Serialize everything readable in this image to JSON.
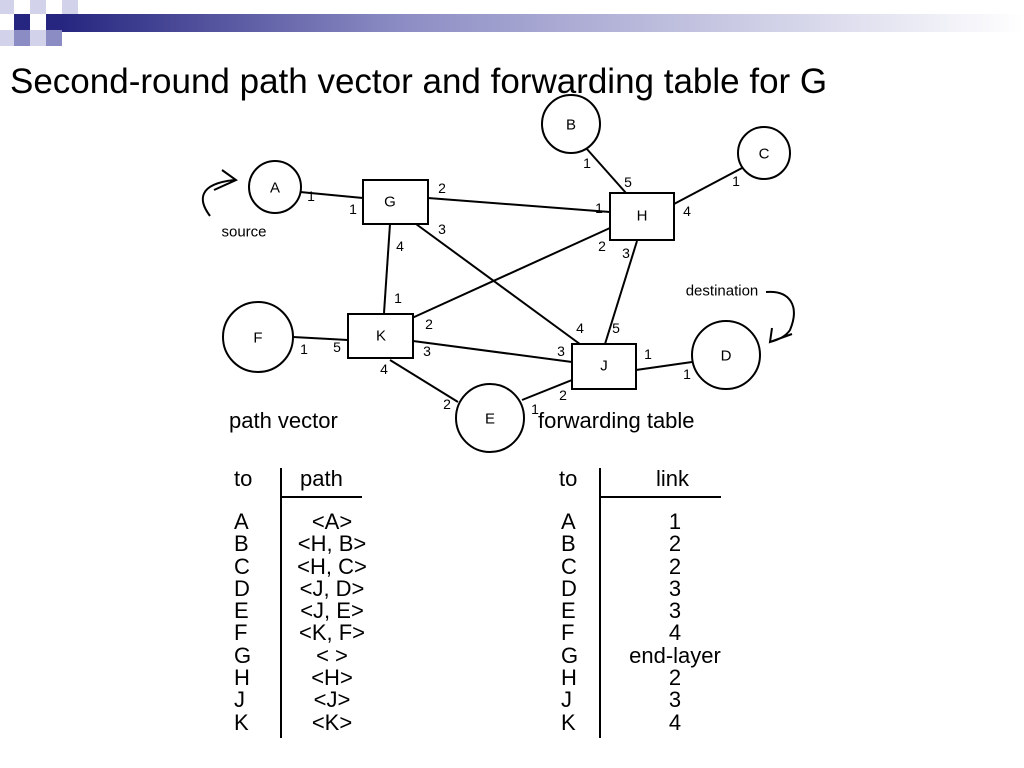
{
  "slide": {
    "title": "Second-round path vector and forwarding table for G"
  },
  "diagram": {
    "nodes": {
      "A": "A",
      "B": "B",
      "C": "C",
      "D": "D",
      "E": "E",
      "F": "F",
      "G": "G",
      "H": "H",
      "J": "J",
      "K": "K"
    },
    "annotations": {
      "source": "source",
      "destination": "destination"
    },
    "ports": {
      "A_G_a": "1",
      "A_G_g": "1",
      "G_H_g": "2",
      "G_H_h": "1",
      "G_J_g": "3",
      "G_J_j": "4",
      "G_K_g": "4",
      "G_K_k": "1",
      "B_H_b": "1",
      "B_H_h": "5",
      "C_H_c": "1",
      "C_H_h": "4",
      "H_K_h": "2",
      "H_K_k": "2",
      "H_J_h": "3",
      "H_J_j": "5",
      "F_K_f": "1",
      "F_K_k": "5",
      "K_J_k": "3",
      "K_J_j": "3",
      "K_E_k": "4",
      "K_E_e": "2",
      "J_D_j": "1",
      "J_D_d": "1",
      "J_E_j": "2",
      "J_E_e": "1"
    }
  },
  "path_vector": {
    "title": "path vector",
    "header_to": "to",
    "header_path": "path",
    "rows": [
      {
        "to": "A",
        "path": "<A>"
      },
      {
        "to": "B",
        "path": "<H, B>"
      },
      {
        "to": "C",
        "path": "<H, C>"
      },
      {
        "to": "D",
        "path": "<J, D>"
      },
      {
        "to": "E",
        "path": "<J, E>"
      },
      {
        "to": "F",
        "path": "<K, F>"
      },
      {
        "to": "G",
        "path": "< >"
      },
      {
        "to": "H",
        "path": "<H>"
      },
      {
        "to": "J",
        "path": "<J>"
      },
      {
        "to": "K",
        "path": "<K>"
      }
    ]
  },
  "forwarding_table": {
    "title": "forwarding table",
    "header_to": "to",
    "header_link": "link",
    "rows": [
      {
        "to": "A",
        "link": "1"
      },
      {
        "to": "B",
        "link": "2"
      },
      {
        "to": "C",
        "link": "2"
      },
      {
        "to": "D",
        "link": "3"
      },
      {
        "to": "E",
        "link": "3"
      },
      {
        "to": "F",
        "link": "4"
      },
      {
        "to": "G",
        "link": "end-layer"
      },
      {
        "to": "H",
        "link": "2"
      },
      {
        "to": "J",
        "link": "3"
      },
      {
        "to": "K",
        "link": "4"
      }
    ]
  },
  "colors": {
    "banner_dark": "#262680",
    "banner_mid": "#8c8cc4",
    "banner_light": "#d2d2ea"
  }
}
